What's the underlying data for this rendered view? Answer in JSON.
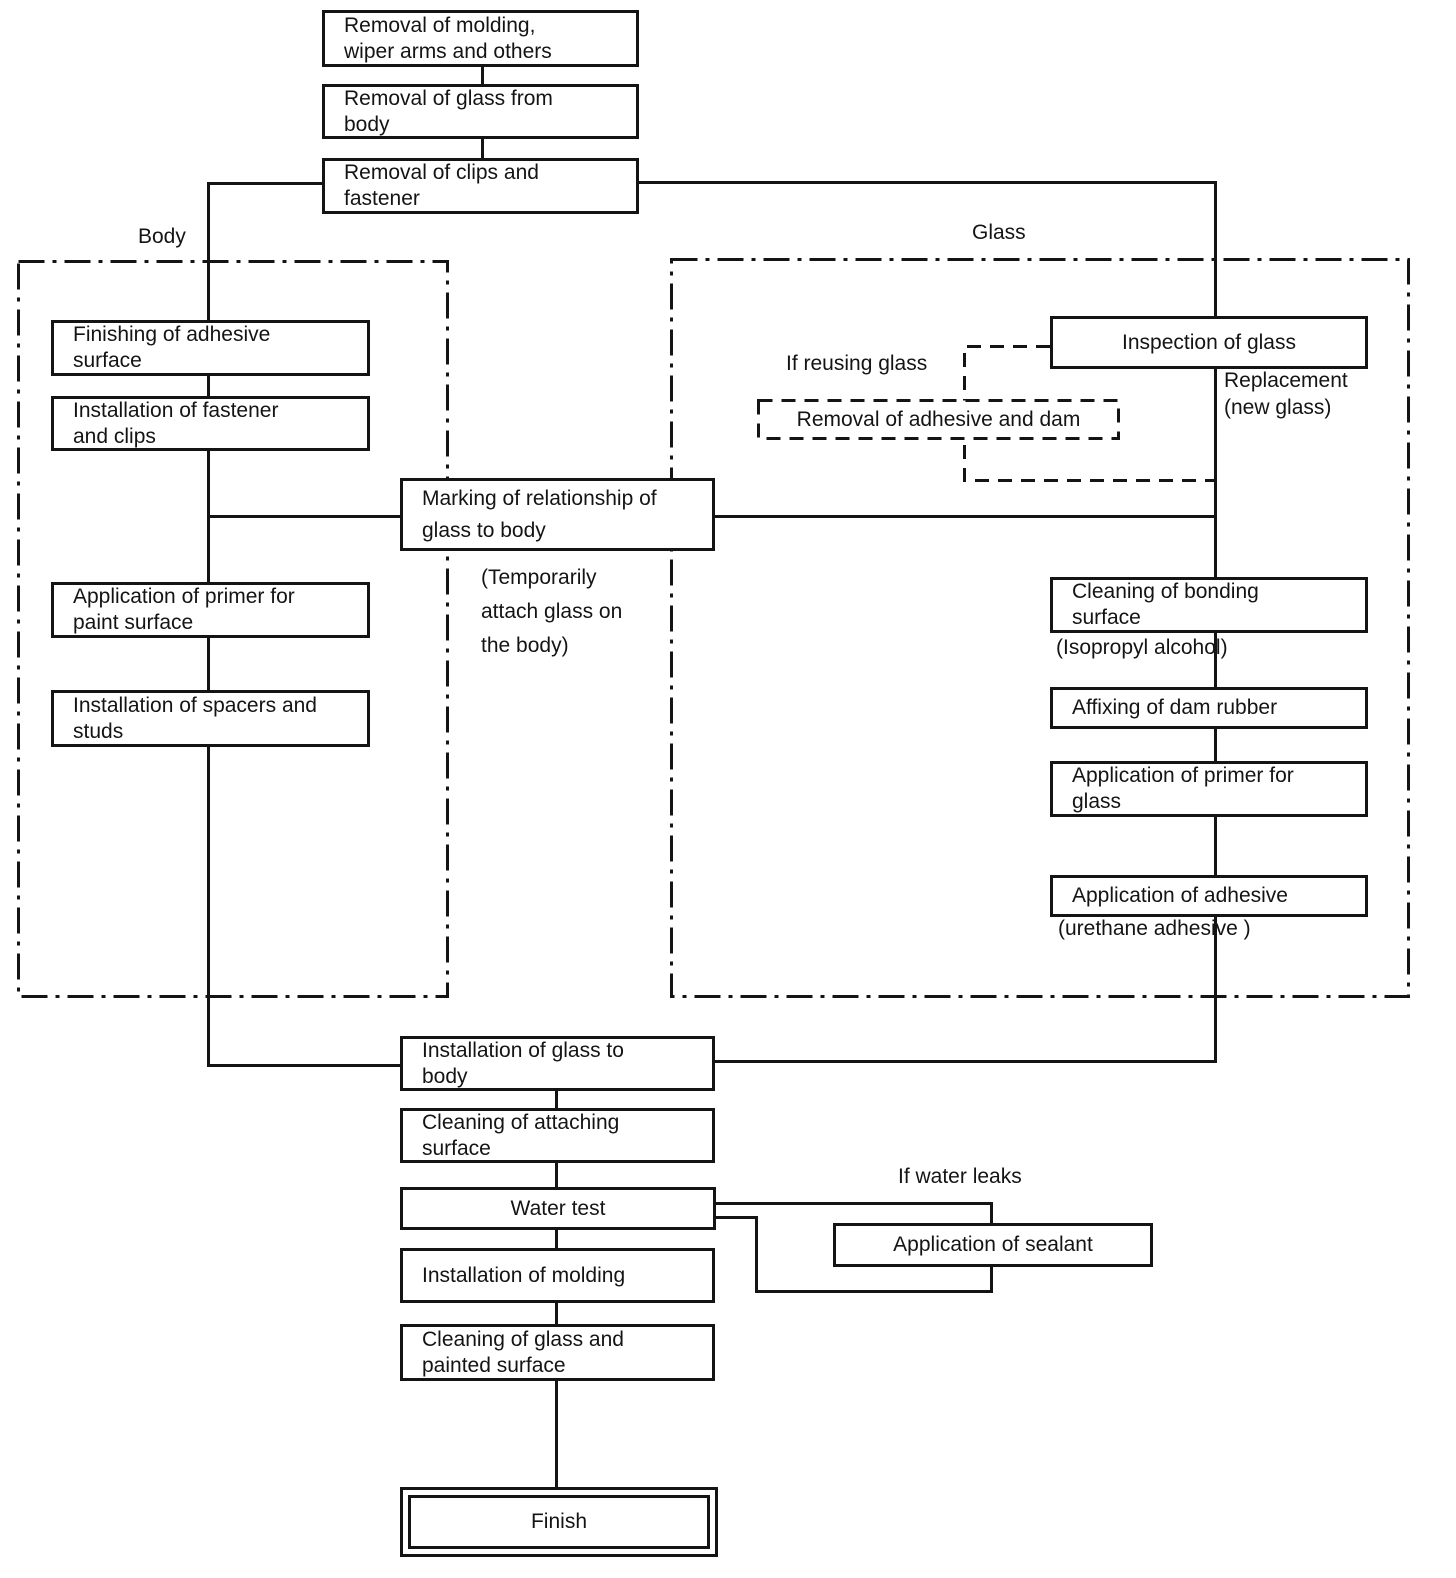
{
  "title": "Glass removal and installation procedure flowchart",
  "colors": {
    "ink": "#141414",
    "background": "#ffffff"
  },
  "regions": {
    "body_label": "Body",
    "glass_label": "Glass"
  },
  "nodes": {
    "removal_molding": "Removal of molding,\nwiper arms and others",
    "removal_glass_from_body": "Removal of glass from\nbody",
    "removal_clips": "Removal of clips and\nfastener",
    "finishing_adhesive": "Finishing of adhesive\nsurface",
    "installation_fastener": "Installation of fastener\nand clips",
    "application_primer_paint": "Application of primer for\npaint surface",
    "installation_spacers": "Installation of spacers and\nstuds",
    "marking_relationship": "Marking of relationship of\nglass to body",
    "inspection_glass": "Inspection of glass",
    "removal_adhesive_dam": "Removal of adhesive and dam",
    "cleaning_bonding": "Cleaning of bonding\nsurface",
    "affixing_dam_rubber": "Affixing of dam rubber",
    "application_primer_glass": "Application of primer for\nglass",
    "application_adhesive": "Application of adhesive",
    "installation_glass_body": "Installation of glass to\nbody",
    "cleaning_attaching": "Cleaning of attaching\nsurface",
    "water_test": "Water test",
    "application_sealant": "Application of sealant",
    "installation_molding": "Installation of molding",
    "cleaning_glass_painted": "Cleaning of glass and\npainted surface",
    "finish": "Finish"
  },
  "annotations": {
    "if_reusing_glass": "If reusing glass",
    "replacement_new_glass": "Replacement\n(new glass)",
    "temporarily_attach": "(Temporarily\nattach glass on\nthe body)",
    "isopropyl_alcohol": "(Isopropyl alcohol)",
    "urethane_adhesive": "(urethane adhesive )",
    "if_water_leaks": "If water leaks"
  }
}
